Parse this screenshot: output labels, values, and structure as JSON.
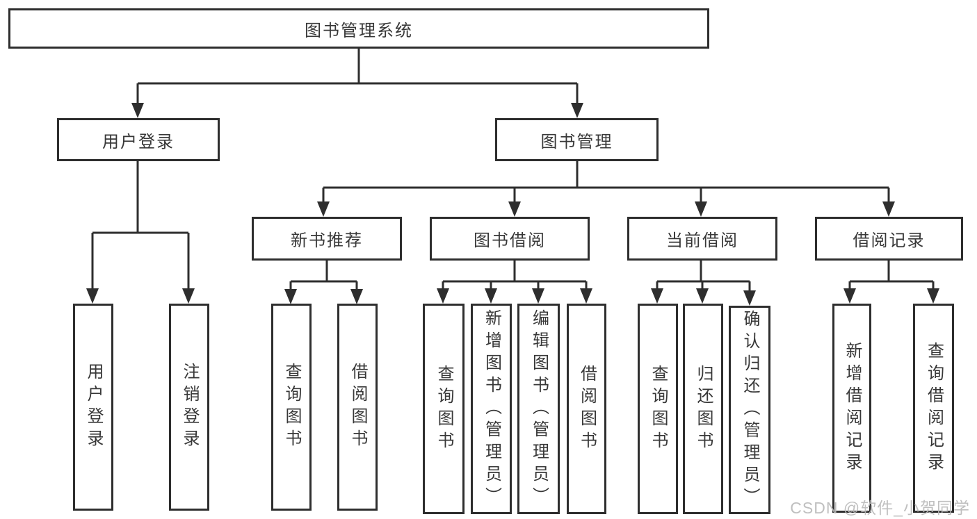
{
  "diagram": {
    "labels": {
      "root": "图书管理系统",
      "user_login": "用户登录",
      "book_mgmt": "图书管理",
      "new_book_rec": "新书推荐",
      "book_borrow": "图书借阅",
      "current_borrow": "当前借阅",
      "borrow_records": "借阅记录",
      "leaf_user_login": "用户登录",
      "leaf_logout": "注销登录",
      "leaf_nb_query_books": "查询图书",
      "leaf_nb_borrow_books": "借阅图书",
      "leaf_bb_query_books": "查询图书",
      "leaf_bb_add_books": "新增图书（管理员）",
      "leaf_bb_edit_books": "编辑图书（管理员）",
      "leaf_bb_borrow_books": "借阅图书",
      "leaf_cb_query_books": "查询图书",
      "leaf_cb_return_books": "归还图书",
      "leaf_cb_confirm_return": "确认归还（管理员）",
      "leaf_br_add_record": "新增借阅记录",
      "leaf_br_query_record": "查询借阅记录"
    },
    "watermark": "CSDN @软件_小贺同学",
    "colors": {
      "line": "#2e2e2e",
      "text": "#383838",
      "watermark": "#b9b9b9",
      "background": "#ffffff"
    }
  }
}
